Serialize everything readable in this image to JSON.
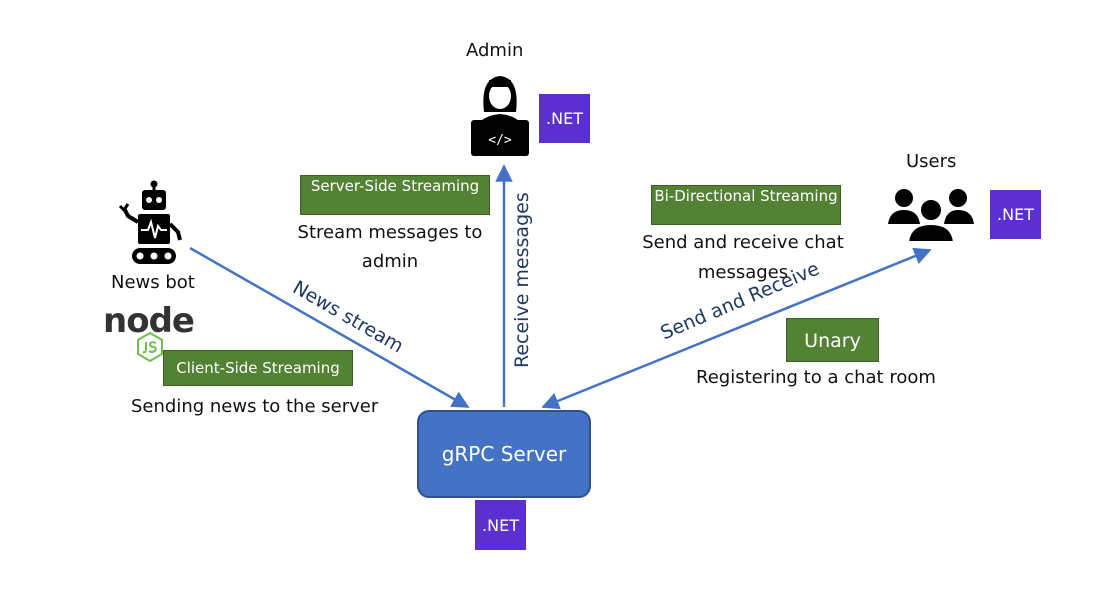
{
  "nodes": {
    "admin": {
      "label": "Admin",
      "tech": ".NET"
    },
    "users": {
      "label": "Users",
      "tech": ".NET"
    },
    "news_bot": {
      "label": "News bot",
      "logo_text": "node"
    },
    "server": {
      "label": "gRPC Server",
      "tech": ".NET"
    }
  },
  "connections": {
    "admin": {
      "type_label": "Server-Side Streaming",
      "description": "Stream messages to admin",
      "arrow_label": "Receive messages"
    },
    "news": {
      "type_label": "Client-Side Streaming",
      "description": "Sending news to the server",
      "arrow_label": "News stream"
    },
    "users": {
      "type_label": "Bi-Directional Streaming",
      "description": "Send and receive chat messages",
      "arrow_label": "Send and Receive"
    },
    "register": {
      "type_label": "Unary",
      "description": "Registering to a chat room"
    }
  },
  "colors": {
    "arrow": "#4472C4",
    "server_fill": "#4472C4",
    "type_badge": "#548235",
    "net_badge": "#5B2FD0",
    "arrow_text": "#1f3864"
  },
  "icons": [
    "robot-icon",
    "admin-coder-icon",
    "users-group-icon",
    "nodejs-logo-icon"
  ]
}
